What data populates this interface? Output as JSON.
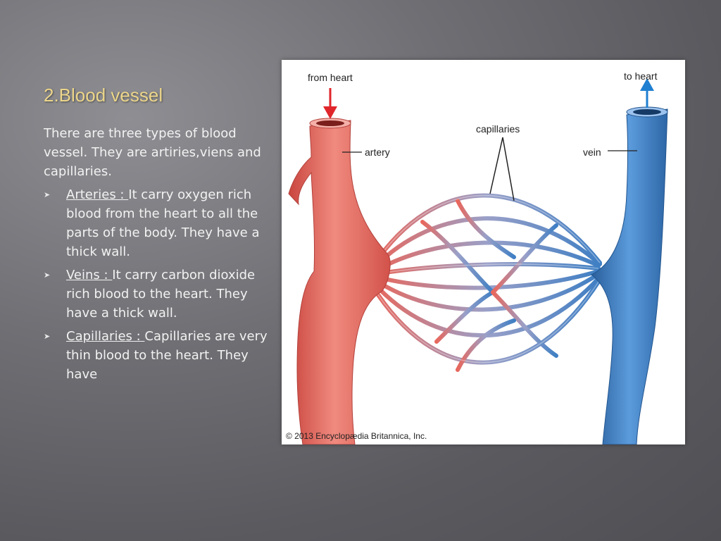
{
  "slide": {
    "title": "2.Blood vessel",
    "intro": "There are three types of blood vessel. They are  artiries,viens and capillaries.",
    "bullets": [
      {
        "term": "Arteries : ",
        "text": "It carry oxygen rich blood from the heart to all the parts of the body. They have a thick wall."
      },
      {
        "term": "Veins : ",
        "text": "It carry carbon dioxide rich blood to the heart. They have a thick wall."
      },
      {
        "term": "Capillaries : ",
        "text": "Capillaries are very thin blood  to the heart. They have"
      }
    ]
  },
  "figure": {
    "labels": {
      "from_heart": "from heart",
      "to_heart": "to heart",
      "artery": "artery",
      "vein": "vein",
      "capillaries": "capillaries"
    },
    "credit": "© 2013 Encyclopædia Britannica, Inc."
  },
  "colors": {
    "title": "#ecd68a",
    "artery": "#e8675c",
    "artery_dark": "#c9463f",
    "vein": "#3f7fc4",
    "vein_dark": "#2a5f9c",
    "arrow_red": "#e0262b",
    "arrow_blue": "#1f7fd0"
  }
}
